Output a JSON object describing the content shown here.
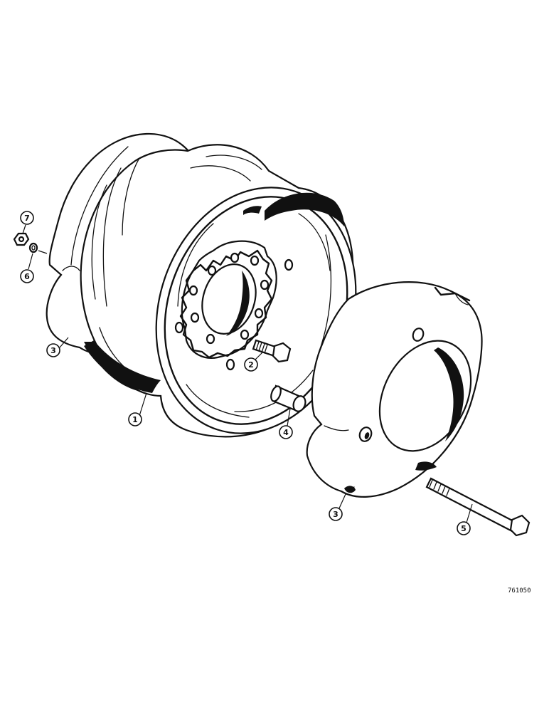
{
  "callouts": [
    {
      "id": "c1",
      "label": "1"
    },
    {
      "id": "c2",
      "label": "2"
    },
    {
      "id": "c3a",
      "label": "3"
    },
    {
      "id": "c3b",
      "label": "3"
    },
    {
      "id": "c4",
      "label": "4"
    },
    {
      "id": "c5",
      "label": "5"
    },
    {
      "id": "c6",
      "label": "6"
    },
    {
      "id": "c7",
      "label": "7"
    }
  ],
  "reference_code": "761050"
}
